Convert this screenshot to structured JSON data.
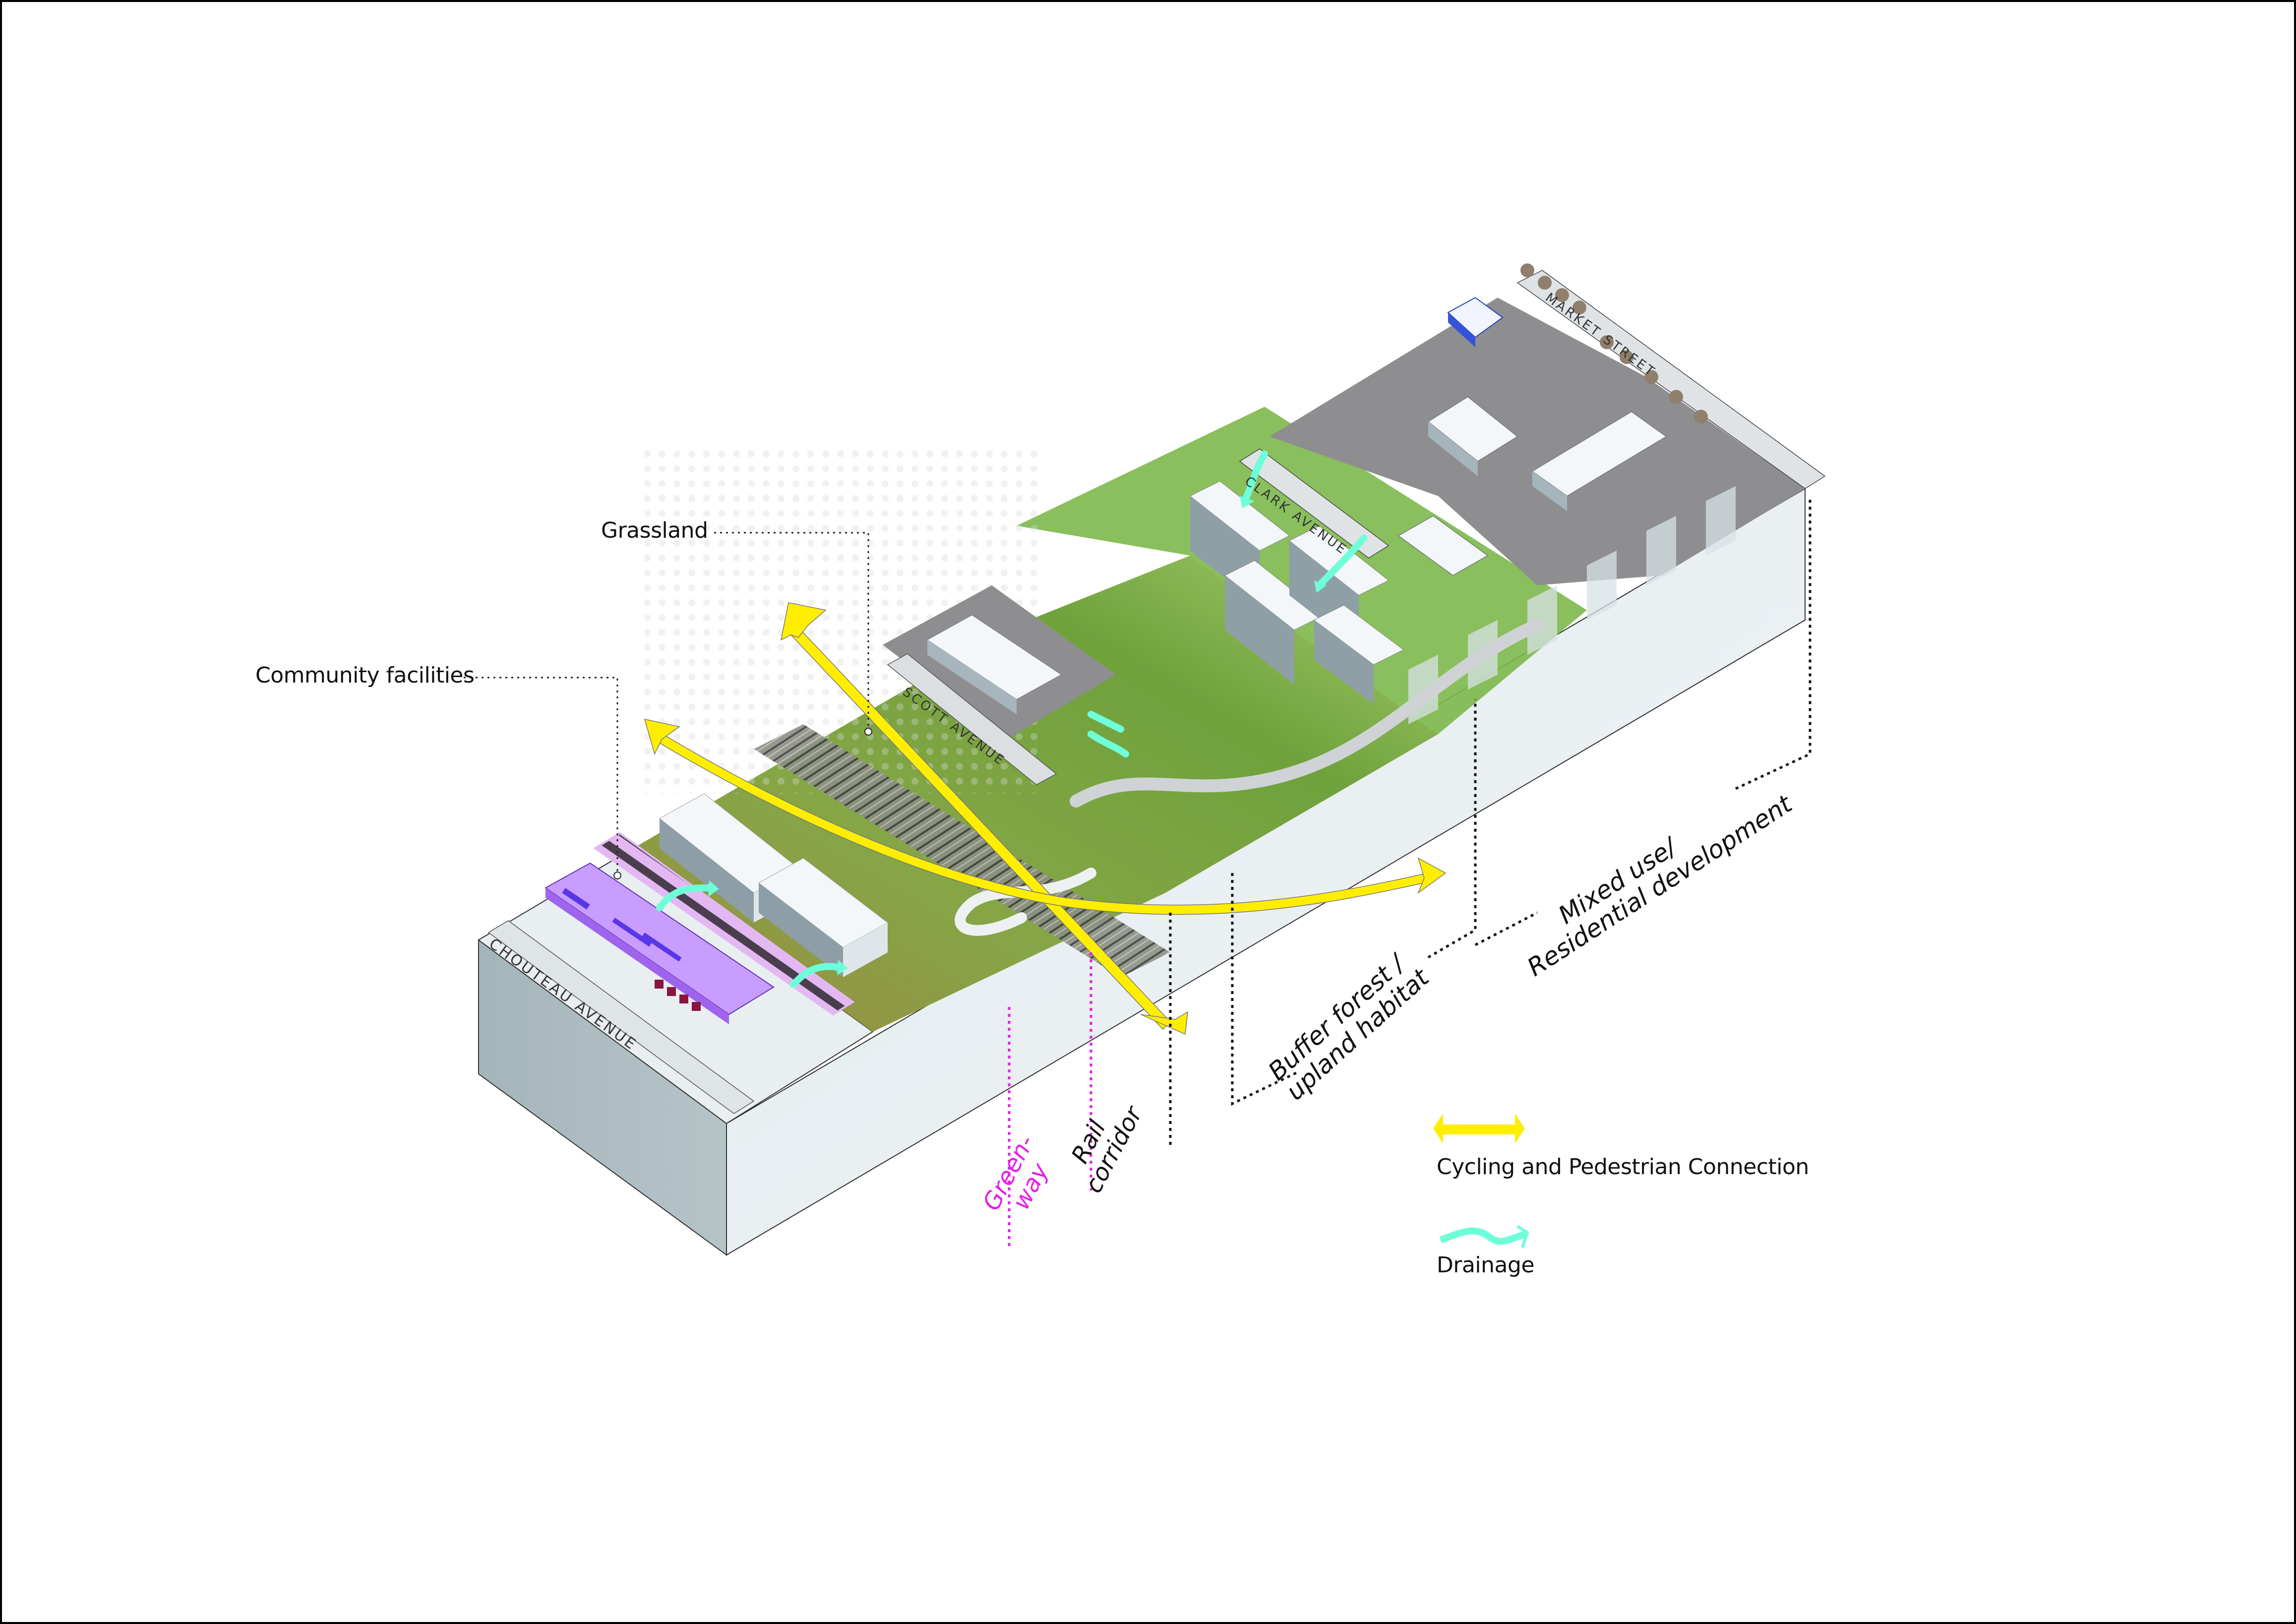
{
  "diagram": {
    "type": "isometric site section / land-use diagram",
    "colors": {
      "cycling_arrow": "#ffee00",
      "drainage_arrow": "#6effd9",
      "drainage_dark": "#1f5a4a",
      "greenway_line": "#e81ee8",
      "block_side_left": "#a8b8bd",
      "block_side_front": "#e6edf0",
      "community_facility": "#c99cff",
      "vegetation": "#7fae3e",
      "paved": "#8e8e90",
      "building": "#f3f6f8"
    }
  },
  "callouts": {
    "grassland": "Grassland",
    "community_facilities": "Community facilities"
  },
  "streets": {
    "chouteau": "CHOUTEAU AVENUE",
    "scott": "SCOTT AVENUE",
    "clark": "CLARK AVENUE",
    "market": "MARKET STREET"
  },
  "zones": {
    "greenway": [
      "Green-",
      "way"
    ],
    "rail_corridor": [
      "Rail",
      "corridor"
    ],
    "buffer_forest": [
      "Buffer forest /",
      "upland habitat"
    ],
    "mixed_use": [
      "Mixed use/",
      "Residential development"
    ]
  },
  "legend": {
    "items": [
      {
        "icon": "double-arrow-icon",
        "label": "Cycling and Pedestrian Connection",
        "color": "#ffee00"
      },
      {
        "icon": "wavy-arrow-icon",
        "label": "Drainage",
        "color": "#6effd9"
      }
    ]
  }
}
